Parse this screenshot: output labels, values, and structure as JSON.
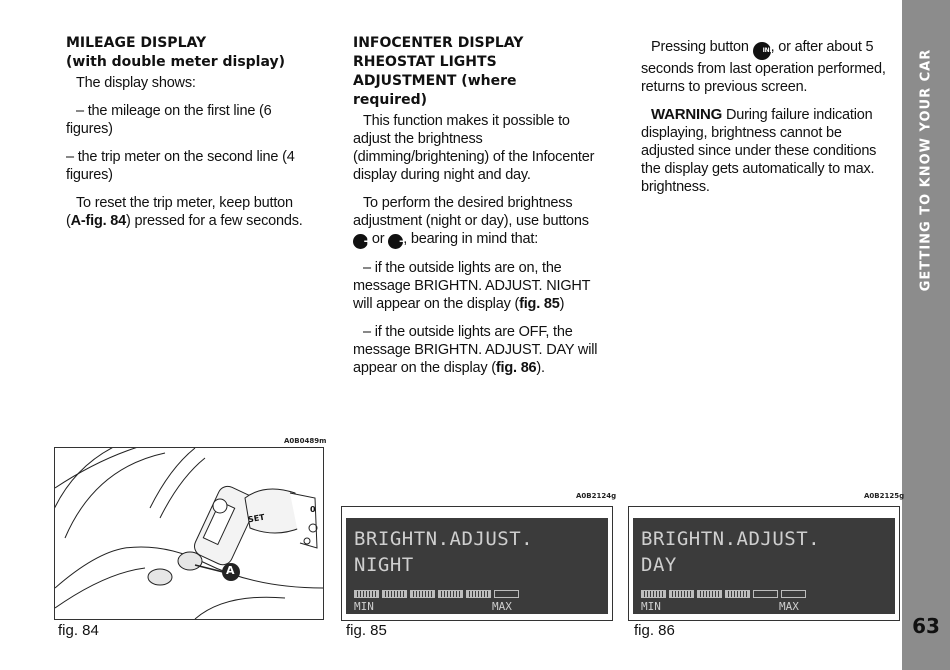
{
  "col1": {
    "heading_line1": "MILEAGE DISPLAY",
    "heading_line2": "(with double meter display)",
    "p1": "The display shows:",
    "p2": "– the mileage on the first line (6 figures)",
    "p3": "– the trip meter on the second line (4 figures)",
    "p4_pre": "To reset the trip meter, keep button (",
    "p4_ref": "A-fig. 84",
    "p4_post": ") pressed for a few seconds."
  },
  "col2": {
    "heading_line1": "INFOCENTER DISPLAY",
    "heading_line2": "RHEOSTAT LIGHTS",
    "heading_line3": "ADJUSTMENT (where",
    "heading_line4": "required)",
    "p1": "This function makes it possible to adjust the brightness (dimming/brightening) of the Infocenter display during night and day.",
    "p2_pre": "To perform the desired brightness adjustment (night or day), use buttons",
    "p2_mid": "or",
    "p2_post": ", bearing in mind that:",
    "p3_pre": "– if the outside lights are on, the message BRIGHTN. ADJUST. NIGHT will appear on the display (",
    "p3_ref": "fig. 85",
    "p3_post": ")",
    "p4_pre": "– if the outside lights are OFF, the message BRIGHTN. ADJUST. DAY will appear on the display (",
    "p4_ref": "fig. 86",
    "p4_post": ")."
  },
  "col3": {
    "p1_pre": "Pressing button",
    "p1_post": ", or after about 5 seconds from last operation performed, returns to previous screen.",
    "p2_label": "WARNING",
    "p2_text": " During failure indication displaying, brightness cannot be adjusted since under these conditions the display gets automatically to max. brightness."
  },
  "buttons": {
    "plus": "+",
    "minus": "−",
    "info": "INFO"
  },
  "sidebar": {
    "title": "GETTING TO KNOW YOUR CAR",
    "page_number": "63"
  },
  "fig84": {
    "code": "A0B0489m",
    "caption": "fig. 84",
    "label_a": "A",
    "label_set": "SET",
    "label_zero": "0"
  },
  "fig85": {
    "code": "A0B2124g",
    "caption": "fig. 85",
    "line1": "BRIGHTN.ADJUST.",
    "line2": "NIGHT",
    "min": "MIN",
    "max": "MAX",
    "level": 0.83
  },
  "fig86": {
    "code": "A0B2125g",
    "caption": "fig. 86",
    "line1": "BRIGHTN.ADJUST.",
    "line2": "DAY",
    "min": "MIN",
    "max": "MAX",
    "level": 0.67
  },
  "colors": {
    "sidebar": "#8c8c8c",
    "lcd": "#3b3b3b"
  }
}
